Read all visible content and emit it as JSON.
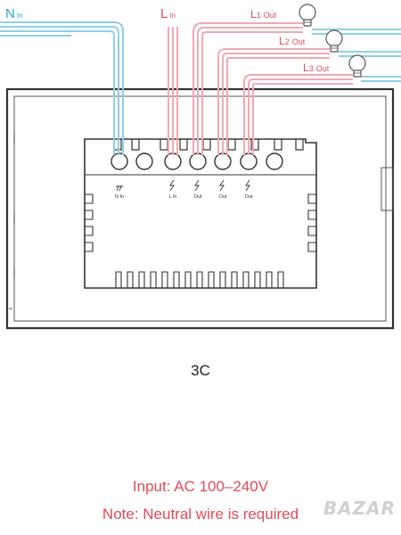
{
  "colors": {
    "neutral_wire": "#8fd0e6",
    "live_wire": "#f2a9b3",
    "label_red": "#e04a5a",
    "label_blue": "#2aa3d6",
    "outline": "#333333"
  },
  "wire_labels": {
    "neutral_main": "N",
    "neutral_sub": "In",
    "live_main": "L",
    "live_sub": "In",
    "out1_main": "L",
    "out1_num": "1",
    "out1_sub": "Out",
    "out2_main": "L",
    "out2_num": "2",
    "out2_sub": "Out",
    "out3_main": "L",
    "out3_num": "3",
    "out3_sub": "Out"
  },
  "terminal_labels": [
    "N In",
    "L In",
    "Out",
    "Out",
    "Out"
  ],
  "model": "3C",
  "input_text": "Input: AC 100–240V",
  "note_text": "Note: Neutral wire is required",
  "watermark": "BAZAR",
  "icons": [
    "bulb-icon",
    "bulb-icon",
    "bulb-icon",
    "lightning-icon"
  ]
}
